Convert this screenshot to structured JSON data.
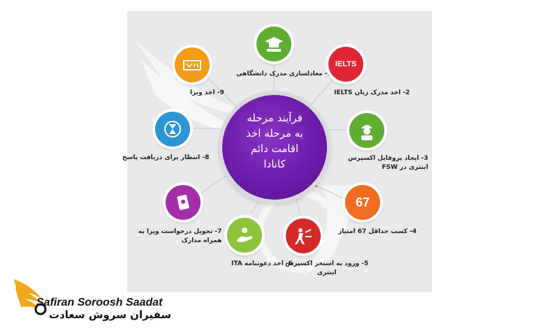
{
  "center_title_lines": [
    "فرآیند مرحله",
    "به مرحله اخذ",
    "اقامت دائم",
    "کانادا"
  ],
  "steps": [
    {
      "label": "1- معادلسازی مدرک دانشگاهی",
      "color": "#5fae32",
      "icon": "graduation-icon"
    },
    {
      "label": "2- اخذ مدرک زبان IELTS",
      "color": "#e02534",
      "icon": "ielts-text",
      "icon_text": "IELTS"
    },
    {
      "label_lines": [
        "3- ایجاد پروفایل اکسپرس",
        "اینتری در FSW"
      ],
      "color": "#5fae32",
      "icon": "worker-icon"
    },
    {
      "label": "4- کسب حداقل 67 امتیاز",
      "color": "#ef6c20",
      "icon": "score-text",
      "icon_text": "67"
    },
    {
      "label_lines": [
        "5- ورود به استخر اکسپرس",
        "اینتری"
      ],
      "color": "#d42a2a",
      "icon": "express-icon"
    },
    {
      "label": "6- اخذ دعوتنامه ITA",
      "color": "#8cc43c",
      "icon": "invitation-icon"
    },
    {
      "label_lines": [
        "7- تحویل درخواست ویزا به",
        "همراه مدارک"
      ],
      "color": "#a32fa8",
      "icon": "passport-icon"
    },
    {
      "label": "8- انتظار برای دریافت پاسخ",
      "color": "#2b95d6",
      "icon": "hourglass-icon"
    },
    {
      "label": "9- اخذ ویزا",
      "color": "#f39c1a",
      "icon": "visa-icon"
    }
  ],
  "brand": {
    "name_en": "Safiran Soroosh Saadat",
    "name_fa": "سفیران سروش سعادت"
  },
  "colors": {
    "panel_bg": "#e9e8ea",
    "center": "#6a1ba8",
    "brand_gold": "#f2a81d"
  }
}
